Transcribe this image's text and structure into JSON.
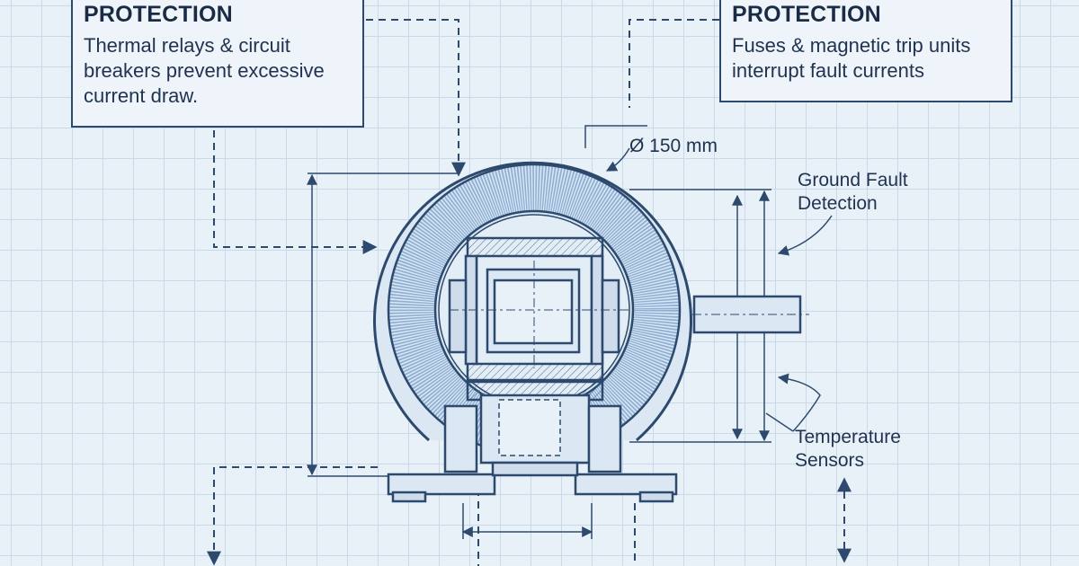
{
  "callouts": {
    "left": {
      "title": "PROTECTION",
      "text": "Thermal relays & circuit\nbreakers prevent excessive\ncurrent draw."
    },
    "right": {
      "title": "PROTECTION",
      "text": "Fuses & magnetic trip units\ninterrupt fault currents"
    }
  },
  "labels": {
    "diameter": "Ø 150 mm",
    "ground_fault": "Ground Fault\nDetection",
    "temperature": "Temperature\nSensors"
  },
  "colors": {
    "background": "#e9f1f8",
    "grid": "#c9d9e9",
    "ink": "#2d4a6e",
    "winding": "#8fb0d4"
  }
}
